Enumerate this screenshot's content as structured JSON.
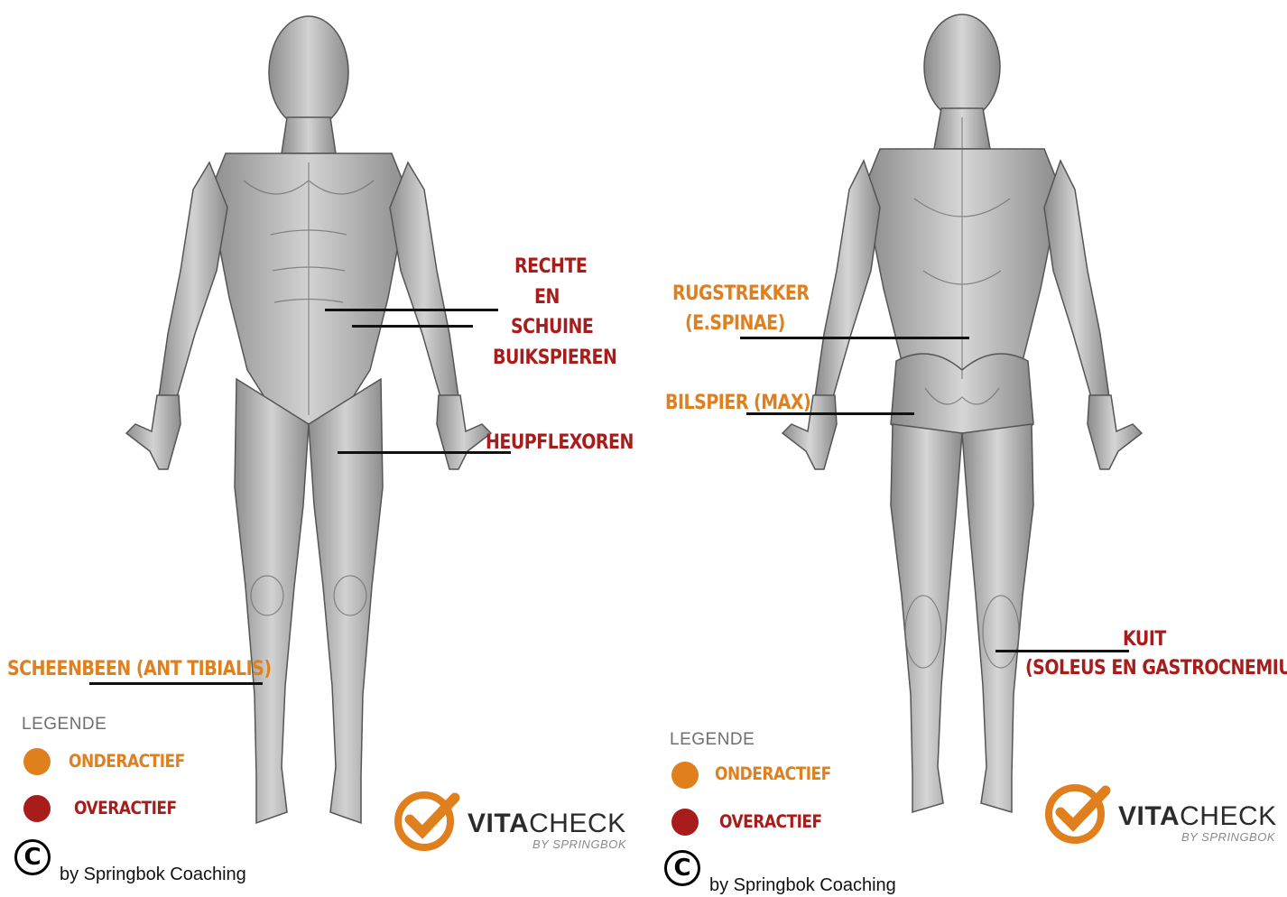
{
  "front": {
    "labels": {
      "abs_line1": "RECHTE",
      "abs_line2": "EN",
      "abs_line3": "SCHUINE",
      "abs_line4": "BUIKSPIEREN",
      "hip": "HEUPFLEXOREN",
      "shin": "SCHEENBEEN (ANT TIBIALIS)"
    },
    "legend": {
      "title": "LEGENDE",
      "under": "ONDERACTIEF",
      "over": "OVERACTIEF"
    },
    "logo": {
      "brand_bold": "VITA",
      "brand_light": "CHECK",
      "sub": "BY SPRINGBOK"
    },
    "copyright": {
      "symbol": "C",
      "text": "by Springbok Coaching"
    }
  },
  "back": {
    "labels": {
      "erector_line1": "RUGSTREKKER",
      "erector_line2": "(E.SPINAE)",
      "glute": "BILSPIER (MAX)",
      "calf_line1": "KUIT",
      "calf_line2": "(SOLEUS EN GASTROCNEMIUS)"
    },
    "legend": {
      "title": "LEGENDE",
      "under": "ONDERACTIEF",
      "over": "OVERACTIEF"
    },
    "logo": {
      "brand_bold": "VITA",
      "brand_light": "CHECK",
      "sub": "BY SPRINGBOK"
    },
    "copyright": {
      "symbol": "C",
      "text": "by Springbok Coaching"
    }
  },
  "colors": {
    "overactive": "#a81c1c",
    "underactive": "#e07f1d",
    "logo_ring": "#e07f1d"
  },
  "icons": {
    "legend_under": "orange-circle",
    "legend_over": "red-circle",
    "logo": "check-circle-icon",
    "copyright": "copyright-icon"
  }
}
